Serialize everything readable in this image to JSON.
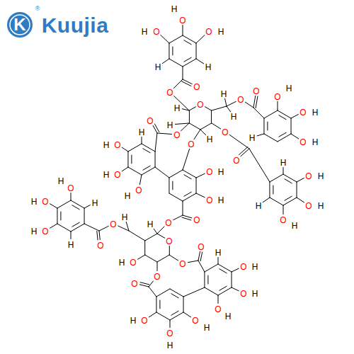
{
  "diagram": {
    "labels": [
      "K",
      "®",
      "Kuujia",
      "H",
      "O",
      "H",
      "O",
      "O",
      "H",
      "H",
      "H",
      "O",
      "O",
      "O",
      "H",
      "O",
      "O",
      "H",
      "O",
      "O",
      "H",
      "H",
      "O",
      "O",
      "H",
      "O",
      "H",
      "O",
      "H",
      "H",
      "O",
      "H",
      "O",
      "H",
      "O",
      "H",
      "O",
      "H",
      "H",
      "O",
      "O",
      "H",
      "O",
      "H",
      "H",
      "O",
      "H",
      "O",
      "H",
      "O",
      "H",
      "O",
      "H",
      "O",
      "H",
      "O",
      "H",
      "O",
      "H",
      "H",
      "H",
      "O",
      "O",
      "O",
      "H",
      "O",
      "H",
      "O",
      "O",
      "O",
      "H",
      "O",
      "H",
      "O",
      "H",
      "O",
      "H",
      "O",
      "H",
      "O",
      "O",
      "H",
      "O",
      "H",
      "O",
      "H"
    ]
  }
}
